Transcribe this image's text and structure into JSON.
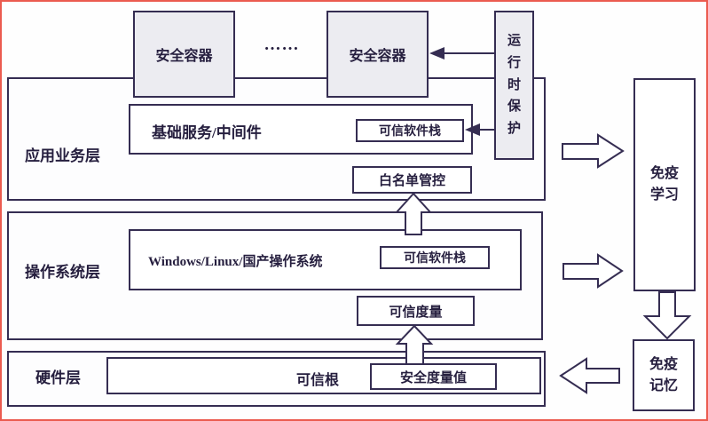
{
  "diagram": {
    "title_hint": "trusted-computing immune architecture diagram",
    "containers": {
      "items": [
        "安全容器",
        "安全容器"
      ],
      "dots": "……"
    },
    "runtime_protection": "运行时保护",
    "app_layer": {
      "label": "应用业务层",
      "middleware": "基础服务/中间件",
      "trusted_stack": "可信软件栈",
      "whitelist": "白名单管控"
    },
    "os_layer": {
      "label": "操作系统层",
      "os_name": "Windows/Linux/国产操作系统",
      "trusted_stack": "可信软件栈",
      "trusted_measure": "可信度量"
    },
    "hw_layer": {
      "label": "硬件层",
      "trusted_root": "可信根",
      "security_value": "安全度量值"
    },
    "immune_learning": "免疫学习",
    "immune_memory": "免疫记忆"
  },
  "colors": {
    "line": "#352d52",
    "box_fill_gray": "#ececf1",
    "frame_red": "#e8443a",
    "background": "#fefefe"
  }
}
